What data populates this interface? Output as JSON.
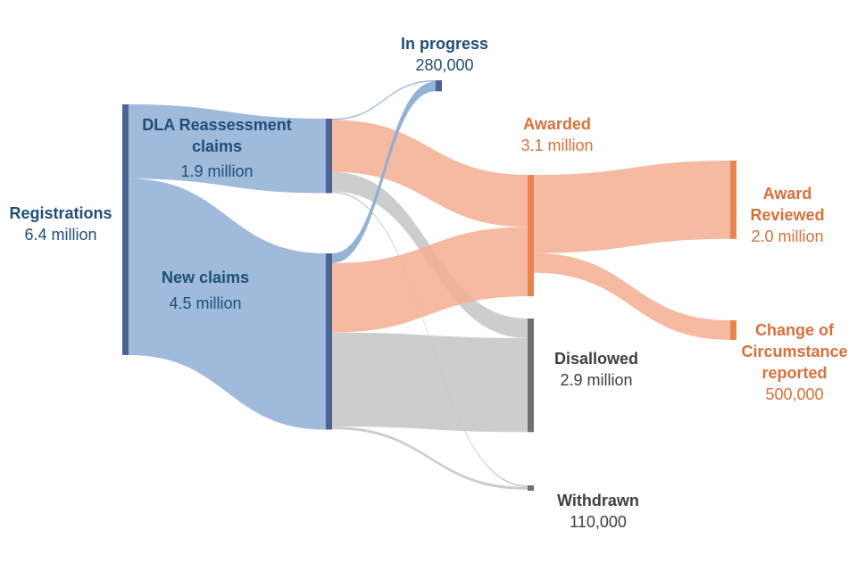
{
  "colors": {
    "blue_node": "#4a6496",
    "blue_link": "#8eaed3",
    "orange_node": "#e8844f",
    "orange_link": "#f4ae92",
    "gray_node": "#6f6f6f",
    "gray_link": "#c4c4c4",
    "blue_text": "#1f4e79",
    "orange_text": "#d9703a",
    "gray_text": "#404040"
  },
  "labels": {
    "registrations": {
      "title": "Registrations",
      "value": "6.4 million"
    },
    "dla": {
      "title1": "DLA Reassessment",
      "title2": "claims",
      "value": "1.9 million"
    },
    "new_claims": {
      "title": "New claims",
      "value": "4.5 million"
    },
    "in_progress": {
      "title": "In progress",
      "value": "280,000"
    },
    "awarded": {
      "title": "Awarded",
      "value": "3.1 million"
    },
    "disallowed": {
      "title": "Disallowed",
      "value": "2.9 million"
    },
    "withdrawn": {
      "title": "Withdrawn",
      "value": "110,000"
    },
    "award_reviewed": {
      "title1": "Award",
      "title2": "Reviewed",
      "value": "2.0 million"
    },
    "change": {
      "title1": "Change of",
      "title2": "Circumstance",
      "title3": "reported",
      "value": "500,000"
    }
  },
  "chart_data": {
    "type": "sankey",
    "units": "millions of claims",
    "nodes": [
      {
        "id": "registrations",
        "value": 6.4,
        "group": "blue"
      },
      {
        "id": "dla",
        "value": 1.9,
        "group": "blue"
      },
      {
        "id": "new_claims",
        "value": 4.5,
        "group": "blue"
      },
      {
        "id": "in_progress",
        "value": 0.28,
        "group": "blue"
      },
      {
        "id": "awarded",
        "value": 3.1,
        "group": "orange"
      },
      {
        "id": "disallowed",
        "value": 2.9,
        "group": "gray"
      },
      {
        "id": "withdrawn",
        "value": 0.11,
        "group": "gray"
      },
      {
        "id": "award_reviewed",
        "value": 2.0,
        "group": "orange"
      },
      {
        "id": "change",
        "value": 0.5,
        "group": "orange"
      }
    ],
    "links": [
      {
        "source": "registrations",
        "target": "dla",
        "value": 1.9,
        "group": "blue"
      },
      {
        "source": "registrations",
        "target": "new_claims",
        "value": 4.5,
        "group": "blue"
      },
      {
        "source": "dla",
        "target": "in_progress",
        "value": 0.03,
        "group": "blue"
      },
      {
        "source": "dla",
        "target": "awarded",
        "value": 1.33,
        "group": "orange"
      },
      {
        "source": "dla",
        "target": "disallowed",
        "value": 0.5,
        "group": "gray"
      },
      {
        "source": "dla",
        "target": "withdrawn",
        "value": 0.04,
        "group": "gray"
      },
      {
        "source": "new_claims",
        "target": "in_progress",
        "value": 0.25,
        "group": "blue"
      },
      {
        "source": "new_claims",
        "target": "awarded",
        "value": 1.77,
        "group": "orange"
      },
      {
        "source": "new_claims",
        "target": "disallowed",
        "value": 2.4,
        "group": "gray"
      },
      {
        "source": "new_claims",
        "target": "withdrawn",
        "value": 0.07,
        "group": "gray"
      },
      {
        "source": "awarded",
        "target": "award_reviewed",
        "value": 2.0,
        "group": "orange"
      },
      {
        "source": "awarded",
        "target": "change",
        "value": 0.5,
        "group": "orange"
      }
    ]
  }
}
